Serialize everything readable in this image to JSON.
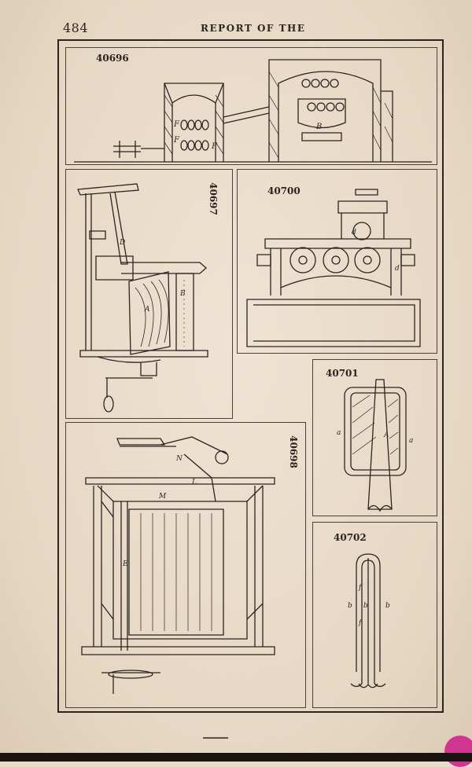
{
  "header": {
    "page_number": "484",
    "running_title": "REPORT OF THE"
  },
  "figures": [
    {
      "patent_number": "40696",
      "labels": [
        "F",
        "F",
        "F",
        "B"
      ]
    },
    {
      "patent_number": "40697",
      "labels": [
        "D",
        "B",
        "A"
      ]
    },
    {
      "patent_number": "40700",
      "labels": [
        "d",
        "d"
      ]
    },
    {
      "patent_number": "40701",
      "labels": [
        "a",
        "A",
        "a"
      ]
    },
    {
      "patent_number": "40698",
      "labels": [
        "L",
        "N",
        "M",
        "E"
      ]
    },
    {
      "patent_number": "40702",
      "labels": [
        "b",
        "b",
        "b",
        "f",
        "f"
      ]
    }
  ],
  "colors": {
    "paper": "#e9dccb",
    "ink": "#2a2520"
  }
}
